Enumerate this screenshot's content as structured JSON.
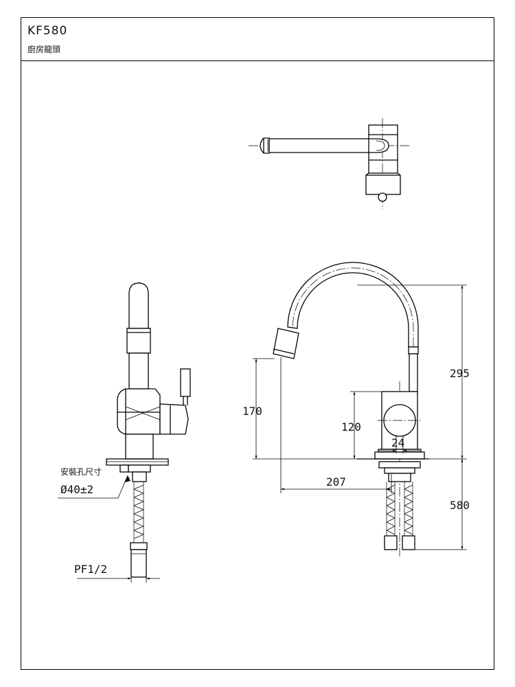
{
  "title_block": {
    "model": "KF580",
    "product": "廚房龍頭"
  },
  "dimensions": {
    "height_total": "295",
    "spout_height": "170",
    "handle_height": "120",
    "body_diameter": "24",
    "spout_reach": "207",
    "hose_length": "580",
    "mount_hole_label": "安裝孔尺寸",
    "mount_hole_size": "Ø40±2",
    "thread": "PF1/2"
  }
}
